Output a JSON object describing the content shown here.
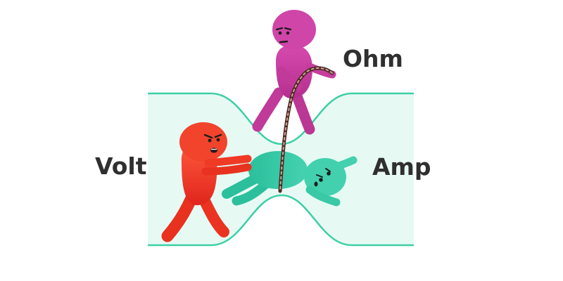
{
  "labels": {
    "volt": "Volt",
    "ohm": "Ohm",
    "amp": "Amp"
  },
  "colors": {
    "volt": "#f03a2a",
    "ohm": "#c23c9c",
    "amp": "#33c4a2",
    "channel_fill": "#e6faf3",
    "channel_outline": "#3fcfa5",
    "text": "#2f2f2f",
    "rope": "#4a2a24"
  },
  "icons": {
    "volt": "volt-character-icon",
    "ohm": "ohm-character-icon",
    "amp": "amp-character-icon",
    "rope": "rope-icon"
  }
}
